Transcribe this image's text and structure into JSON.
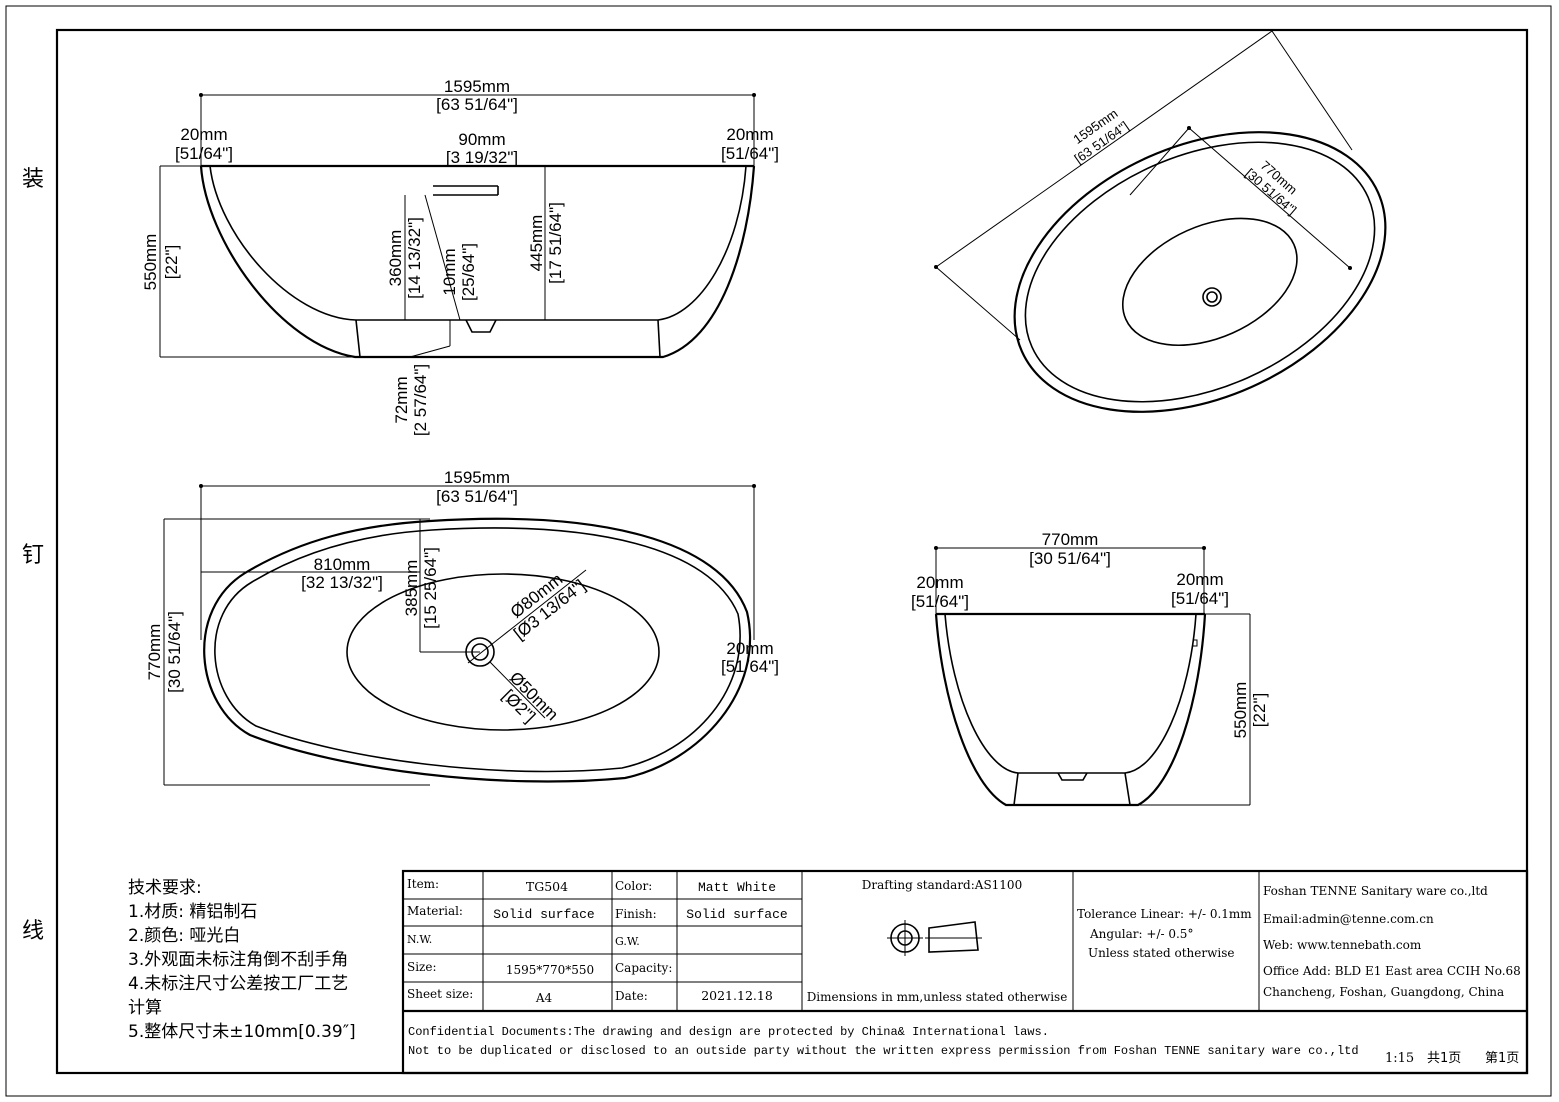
{
  "margin_marks": [
    "装",
    "钉",
    "线"
  ],
  "front_view": {
    "overall_length": "1595mm",
    "overall_length_in": "[63 51/64\"]",
    "rim_left": "20mm",
    "rim_left_in": "[51/64\"]",
    "rim_right": "20mm",
    "rim_right_in": "[51/64\"]",
    "drain_pipe": "90mm",
    "drain_pipe_in": "[3 19/32\"]",
    "height": "550mm",
    "height_in": "[22\"]",
    "inner_depth": "360mm",
    "inner_depth_in": "[14 13/32\"]",
    "drain_gap": "10mm",
    "drain_gap_in": "[25/64\"]",
    "water_depth": "445mm",
    "water_depth_in": "[17 51/64\"]",
    "base": "72mm",
    "base_in": "[2 57/64\"]"
  },
  "iso_view": {
    "length": "1595mm",
    "length_in": "[63 51/64\"]",
    "width": "770mm",
    "width_in": "[30 51/64\"]"
  },
  "top_view": {
    "overall_length": "1595mm",
    "overall_length_in": "[63 51/64\"]",
    "drain_offset": "810mm",
    "drain_offset_in": "[32 13/32\"]",
    "drain_y": "385mm",
    "drain_y_in": "[15 25/64\"]",
    "width": "770mm",
    "width_in": "[30 51/64\"]",
    "drain_outer": "Ø80mm",
    "drain_outer_in": "[Ø3 13/64\"]",
    "drain_inner": "Ø50mm",
    "drain_inner_in": "[Ø2\"]",
    "rim_right": "20mm",
    "rim_right_in": "[51/64\"]"
  },
  "side_view": {
    "width": "770mm",
    "width_in": "[30 51/64\"]",
    "rim_left": "20mm",
    "rim_left_in": "[51/64\"]",
    "rim_right": "20mm",
    "rim_right_in": "[51/64\"]",
    "height": "550mm",
    "height_in": "[22\"]"
  },
  "tech_notes": {
    "title": "技术要求:",
    "lines": [
      "1.材质: 精铝制石",
      "2.颜色: 哑光白",
      "3.外观面未标注角倒不刮手角",
      "4.未标注尺寸公差按工厂工艺",
      "计算",
      "5.整体尺寸未±10mm[0.39″]"
    ]
  },
  "title_block": {
    "item_label": "Item:",
    "item_value": "TG504",
    "color_label": "Color:",
    "color_value": "Matt White",
    "material_label": "Material:",
    "material_value": "Solid surface",
    "finish_label": "Finish:",
    "finish_value": "Solid surface",
    "nw_label": "N.W.",
    "nw_value": "",
    "gw_label": "G.W.",
    "gw_value": "",
    "size_label": "Size:",
    "size_value": "1595*770*550",
    "capacity_label": "Capacity:",
    "capacity_value": "",
    "sheet_label": "Sheet size:",
    "sheet_value": "A4",
    "date_label": "Date:",
    "date_value": "2021.12.18",
    "drafting_standard": "Drafting standard:AS1100",
    "dimensions_note": "Dimensions in mm,unless stated otherwise",
    "tolerance_linear": "Tolerance Linear: +/- 0.1mm",
    "tolerance_angular": "Angular:        +/- 0.5°",
    "tolerance_note": "Unless stated otherwise",
    "company": "Foshan TENNE Sanitary ware co.,ltd",
    "email": "Email:admin@tenne.com.cn",
    "web": "Web: www.tennebath.com",
    "office_line1": "Office Add: BLD E1 East area CCIH No.68",
    "office_line2": "Chancheng, Foshan, Guangdong, China",
    "confidential_line1": "Confidential Documents:The drawing and design are protected by China& International laws.",
    "confidential_line2": "Not to be duplicated or disclosed to an outside party without the written express permission from Foshan TENNE sanitary ware co.,ltd",
    "scale": "1:15",
    "total_pages": "共1页",
    "page": "第1页"
  }
}
